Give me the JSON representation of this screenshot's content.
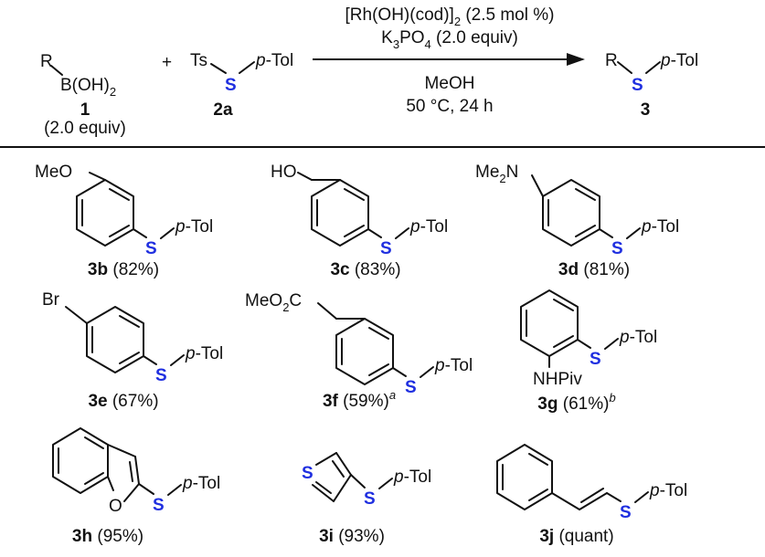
{
  "scheme": {
    "reagent1": {
      "r": "R",
      "group": "B(OH)",
      "sub": "2",
      "label": "1",
      "equiv": "(2.0 equiv)"
    },
    "plus": "+",
    "reagent2": {
      "ts": "Ts",
      "s": "S",
      "ptol": "p-Tol",
      "label": "2a"
    },
    "conditions": {
      "catalyst_pre": "[Rh(OH)(cod)]",
      "catalyst_sub": "2",
      "catalyst_post": " (2.5 mol %)",
      "base_k": "K",
      "base_sub3": "3",
      "base_po": "PO",
      "base_sub4": "4",
      "base_post": " (2.0 equiv)",
      "solvent": "MeOH",
      "temp_time": "50 °C, 24 h"
    },
    "product": {
      "r": "R",
      "s": "S",
      "ptol": "p-Tol",
      "label": "3"
    }
  },
  "products": [
    {
      "id": "3b",
      "yield": " (82%)",
      "sup": "",
      "substituent": "MeO"
    },
    {
      "id": "3c",
      "yield": " (83%)",
      "sup": "",
      "substituent": "HO"
    },
    {
      "id": "3d",
      "yield": " (81%)",
      "sup": "",
      "substituent_a": "Me",
      "substituent_sub": "2",
      "substituent_b": "N"
    },
    {
      "id": "3e",
      "yield": " (67%)",
      "sup": "",
      "substituent": "Br"
    },
    {
      "id": "3f",
      "yield": " (59%)",
      "sup": "a",
      "substituent_a": "MeO",
      "substituent_sub": "2",
      "substituent_b": "C"
    },
    {
      "id": "3g",
      "yield": " (61%)",
      "sup": "b",
      "substituent": "NHPiv"
    },
    {
      "id": "3h",
      "yield": " (95%)",
      "sup": "",
      "ring_atom": "O"
    },
    {
      "id": "3i",
      "yield": " (93%)",
      "sup": "",
      "ring_atom": "S"
    },
    {
      "id": "3j",
      "yield": " (quant)",
      "sup": ""
    }
  ],
  "common": {
    "s": "S",
    "ptol": "p-Tol"
  }
}
